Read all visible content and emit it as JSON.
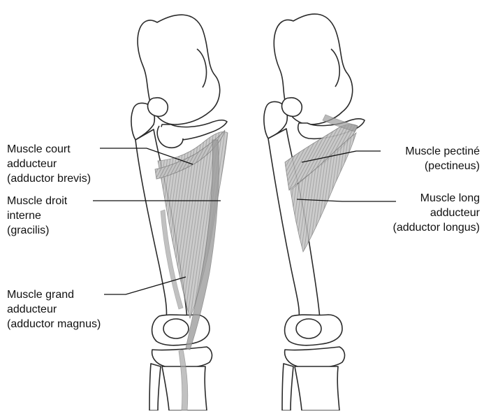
{
  "labels": {
    "court": [
      "Muscle court",
      "adducteur",
      "(adductor brevis)"
    ],
    "droit": [
      "Muscle droit",
      "interne",
      "(gracilis)"
    ],
    "grand": [
      "Muscle grand",
      "adducteur",
      "(adductor magnus)"
    ],
    "pectine": [
      "Muscle pectiné",
      "(pectineus)"
    ],
    "long": [
      "Muscle long",
      "adducteur",
      "(adductor longus)"
    ]
  },
  "colors": {
    "bone_outline": "#2a2a2a",
    "muscle_fill": "#b8b8b8",
    "muscle_shadow": "#8f8f8f",
    "leader_line": "#111111"
  }
}
